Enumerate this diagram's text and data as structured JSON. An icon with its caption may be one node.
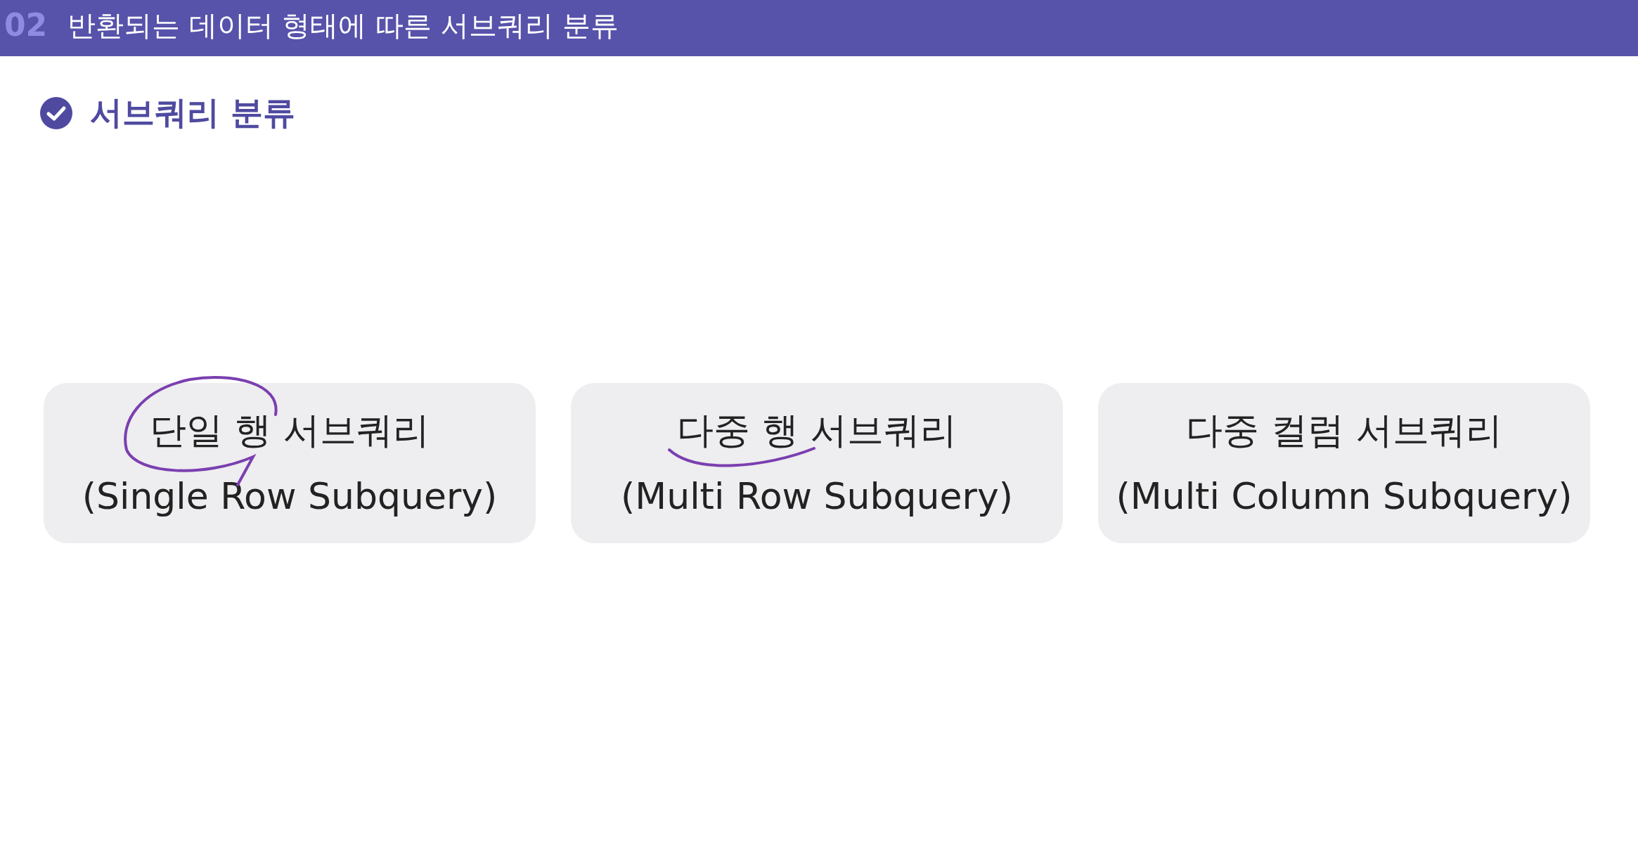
{
  "diagram": {
    "title": "반환되는 데이터 형태에 따른 서브쿼리 분류",
    "nodes": [
      {
        "text": [
          "단일 행 서브쿼리",
          "(Single Row Subquery)"
        ]
      },
      {
        "text": [
          "다중 행 서브쿼리",
          "(Multi Row Subquery)"
        ]
      },
      {
        "text": [
          "다중 컬럼 서브쿼리",
          "(Multi Column Subquery)"
        ]
      }
    ],
    "labels": [
      "02",
      "서브쿼리 분류"
    ]
  }
}
